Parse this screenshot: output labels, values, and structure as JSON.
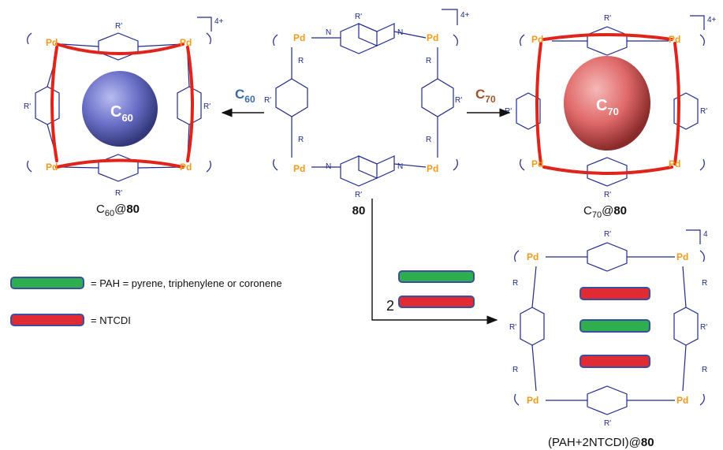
{
  "atoms": {
    "pd": "Pd",
    "n": "N",
    "r": "R",
    "rp": "R'"
  },
  "charge": "4+",
  "charge_last": "4",
  "arrow_left": {
    "guest": "C",
    "sub": "60",
    "color": "#3a6aa8"
  },
  "arrow_right": {
    "guest": "C",
    "sub": "70",
    "color": "#a0522d"
  },
  "cage_label": "80",
  "c60_sphere": {
    "text": "C",
    "sub": "60",
    "color": "#6a6fc4"
  },
  "c70_sphere": {
    "text": "C",
    "sub": "70",
    "color": "#e07070"
  },
  "product_left": {
    "prefix": "C",
    "sub": "60",
    "rest": "@",
    "bold": "80"
  },
  "product_right": {
    "prefix": "C",
    "sub": "70",
    "rest": "@",
    "bold": "80"
  },
  "product_bottom": {
    "text": "(PAH+2NTCDI)@",
    "bold": "80"
  },
  "stoich": "2",
  "legend": {
    "pah": "= PAH = pyrene, triphenylene or coronene",
    "ntcdi": "= NTCDI"
  },
  "colors": {
    "pah": "#2fae4f",
    "ntcdi": "#e02b35",
    "disk_edge": "#3a4fa0"
  }
}
